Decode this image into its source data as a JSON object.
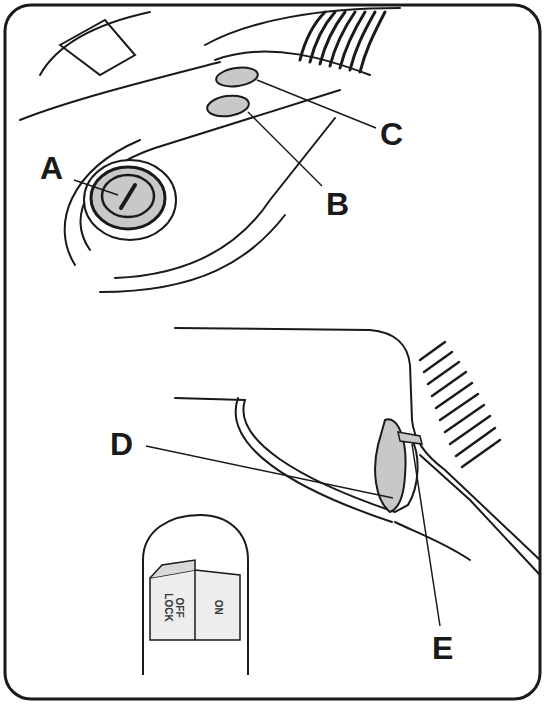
{
  "diagram": {
    "labels": [
      "A",
      "B",
      "C",
      "D",
      "E",
      "OFF LOCK",
      "ON"
    ]
  }
}
